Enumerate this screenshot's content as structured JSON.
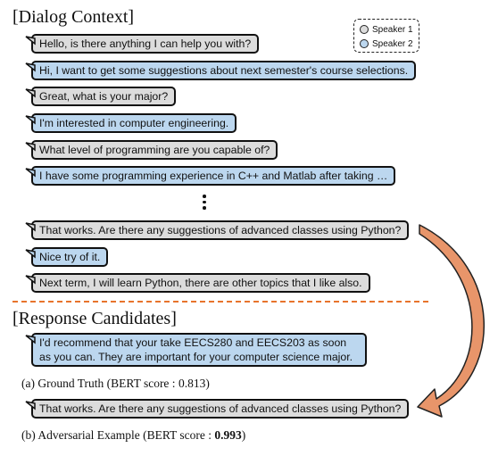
{
  "dialog_context": {
    "title": "[Dialog Context]",
    "turns": [
      {
        "speaker": 1,
        "text": "Hello, is there anything I can help you with?"
      },
      {
        "speaker": 2,
        "text": "Hi, I want to get some suggestions about next semester's course selections."
      },
      {
        "speaker": 1,
        "text": "Great, what is your major?"
      },
      {
        "speaker": 2,
        "text": "I'm interested in computer engineering."
      },
      {
        "speaker": 1,
        "text": "What level of programming are you capable of?"
      },
      {
        "speaker": 2,
        "text": "I have some programming experience in C++ and Matlab after taking …"
      },
      {
        "speaker": 1,
        "text": "That works. Are there any suggestions of advanced classes using Python?"
      },
      {
        "speaker": 2,
        "text": "Nice try of it."
      },
      {
        "speaker": 1,
        "text": "Next term, I will learn Python, there are other topics that I like also."
      }
    ]
  },
  "legend": {
    "speaker1": "Speaker 1",
    "speaker2": "Speaker 2",
    "colors": {
      "speaker1": "#dcdcdc",
      "speaker2": "#bcd7ef"
    }
  },
  "response_candidates": {
    "title": "[Response Candidates]",
    "ground_truth": {
      "text": "I'd recommend that your take EECS280 and EECS203 as soon as you can. They are important for your computer science major.",
      "caption_prefix": "(a) Ground Truth (BERT score : ",
      "score": "0.813",
      "caption_suffix": ")"
    },
    "adversarial": {
      "text": "That works. Are there any suggestions of advanced classes using Python?",
      "caption_prefix": "(b) Adversarial Example (BERT score : ",
      "score": "0.993",
      "caption_suffix": ")"
    }
  },
  "colors": {
    "arrow": "#e8956a",
    "divider": "#e8742c"
  }
}
